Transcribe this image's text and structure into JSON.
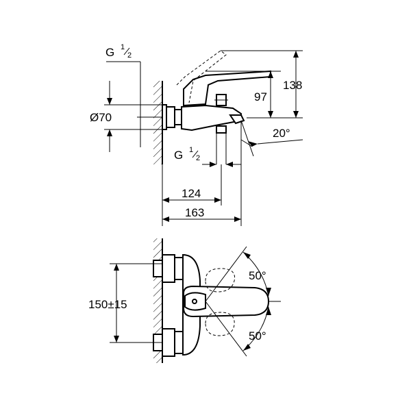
{
  "top_view": {
    "thread_inlet": {
      "base": "G",
      "sup": "1",
      "sub": "2"
    },
    "diameter": "Ø70",
    "height_97": "97",
    "height_138": "138",
    "angle": "20°",
    "thread_outlet": {
      "base": "G",
      "sup": "1",
      "sub": "2"
    },
    "depth_124": "124",
    "depth_163": "163"
  },
  "front_view": {
    "center_distance": "150±15",
    "angle_up": "50°",
    "angle_down": "50°"
  }
}
